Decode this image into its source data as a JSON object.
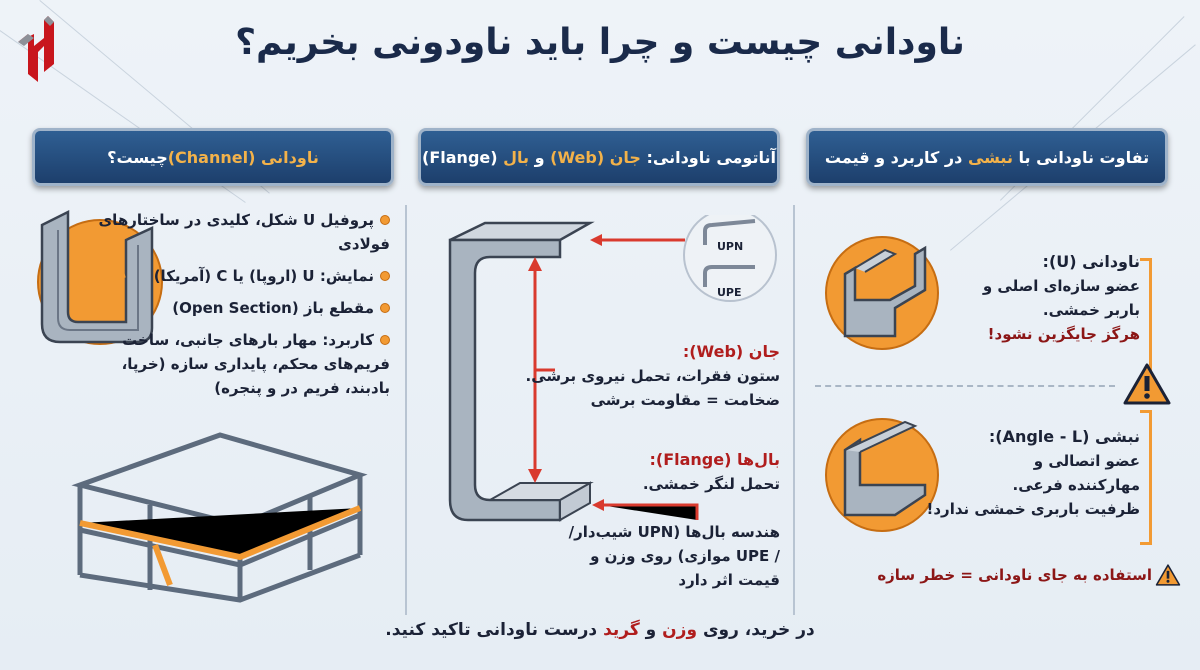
{
  "title": "ناودانی چیست و چرا باید ناودونی بخریم؟",
  "colors": {
    "accent": "#f29a33",
    "header_bg": "#24497a",
    "warning_red": "#b01d1d",
    "title": "#1a2a4a"
  },
  "headers": {
    "left": {
      "highlight": "ناودانی (Channel)",
      "rest": " چیست؟"
    },
    "middle": {
      "p1": "آناتومی ناودانی: ",
      "h1": "جان (Web)",
      "p2": " و ",
      "h2": "بال",
      "p3": " (Flange)"
    },
    "right": {
      "p1": "تفاوت ناودانی با ",
      "h1": "نبشی",
      "p2": " در کاربرد و قیمت"
    }
  },
  "left": {
    "bullets": [
      "پروفیل U شکل، کلیدی در ساختارهای فولادی",
      "نمایش: U (اروپا) یا C (آمریکا)",
      "مقطع باز (Open Section)",
      "کاربرد: مهار بارهای جانبی، ساخت فریم‌های محکم، پایداری سازه (خرپا، بادبند، فریم در و پنجره)"
    ]
  },
  "middle": {
    "inset_labels": [
      "UPN",
      "UPE"
    ],
    "web": {
      "title": "جان (Web):",
      "lines": [
        "ستون فقرات، تحمل نیروی برشی.",
        "ضخامت = مقاومت برشی"
      ]
    },
    "flange": {
      "title": "بال‌ها (Flange):",
      "lines": [
        "تحمل لنگر خمشی."
      ]
    },
    "geometry_note": [
      "هندسه بال‌ها (UPN شیب‌دار/",
      "/ UPE موازی) روی وزن و",
      "قیمت اثر دارد"
    ]
  },
  "right": {
    "channel": {
      "title": "ناودانی (U):",
      "lines": [
        "عضو سازه‌ای اصلی و",
        "باربر خمشی."
      ],
      "warning": "هرگز جایگزین نشود!"
    },
    "angle": {
      "title": "نبشی (Angle - L):",
      "lines": [
        "عضو اتصالی و",
        "مهارکننده فرعی.",
        "ظرفیت باربری خمشی ندارد!"
      ]
    },
    "footer_warning": "استفاده به جای ناودانی = خطر سازه"
  },
  "bottom": {
    "p1": "در خرید، روی ",
    "h1": "وزن",
    "p2": " و ",
    "h2": "گرید",
    "p3": " درست ناودانی تاکید کنید."
  }
}
